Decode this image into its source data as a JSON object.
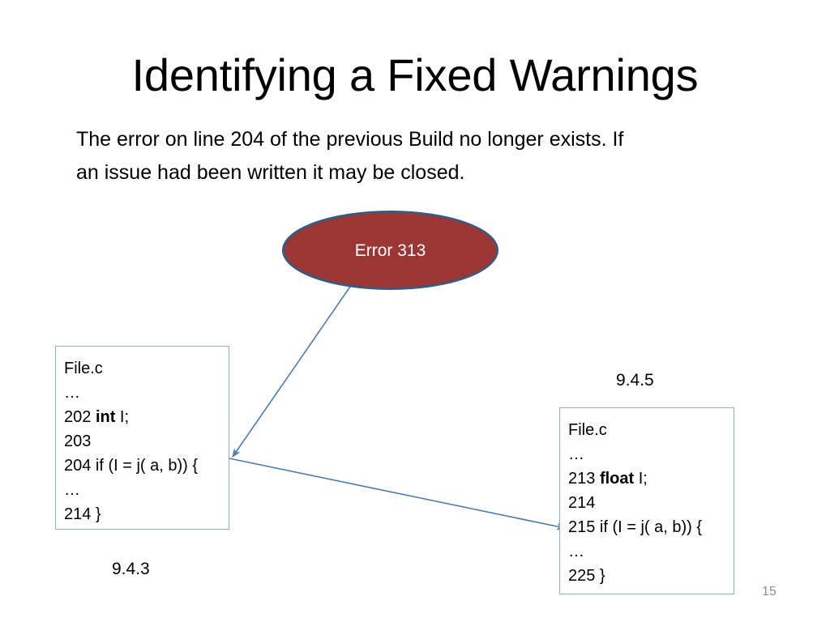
{
  "slide": {
    "title": "Identifying a Fixed Warnings",
    "body_text": "The error on line 204 of the previous Build no longer exists. If an issue had been written it may be closed.",
    "page_number": "15"
  },
  "ellipse": {
    "label": "Error 313",
    "fill_color": "#9C3634",
    "border_color": "#3A5A7D",
    "text_color": "#FFFFFF"
  },
  "code_box_left": {
    "version_label": "9.4.3",
    "border_color": "#8FAFCF",
    "lines": [
      {
        "text": "File.c",
        "bold_token": ""
      },
      {
        "text": "…",
        "bold_token": ""
      },
      {
        "text": "202 int I;",
        "bold_token": "int"
      },
      {
        "text": "203",
        "bold_token": ""
      },
      {
        "text": "204 if (I = j( a, b)) {",
        "bold_token": ""
      },
      {
        "text": "…",
        "bold_token": ""
      },
      {
        "text": "214 }",
        "bold_token": ""
      }
    ]
  },
  "code_box_right": {
    "version_label": "9.4.5",
    "border_color": "#8FAFCF",
    "lines": [
      {
        "text": "File.c",
        "bold_token": ""
      },
      {
        "text": "…",
        "bold_token": ""
      },
      {
        "text": "213 float I;",
        "bold_token": "float"
      },
      {
        "text": "214",
        "bold_token": ""
      },
      {
        "text": "215 if (I = j( a, b)) {",
        "bold_token": ""
      },
      {
        "text": "…",
        "bold_token": ""
      },
      {
        "text": "225 }",
        "bold_token": ""
      }
    ]
  },
  "connectors": {
    "line_color": "#4F7CAC",
    "arrow_from_ellipse_to_left_box": "ellipse-bottom to left-box line 204",
    "arrow_from_left_box_to_right_box": "left-box line 204 to right-box line 215"
  }
}
